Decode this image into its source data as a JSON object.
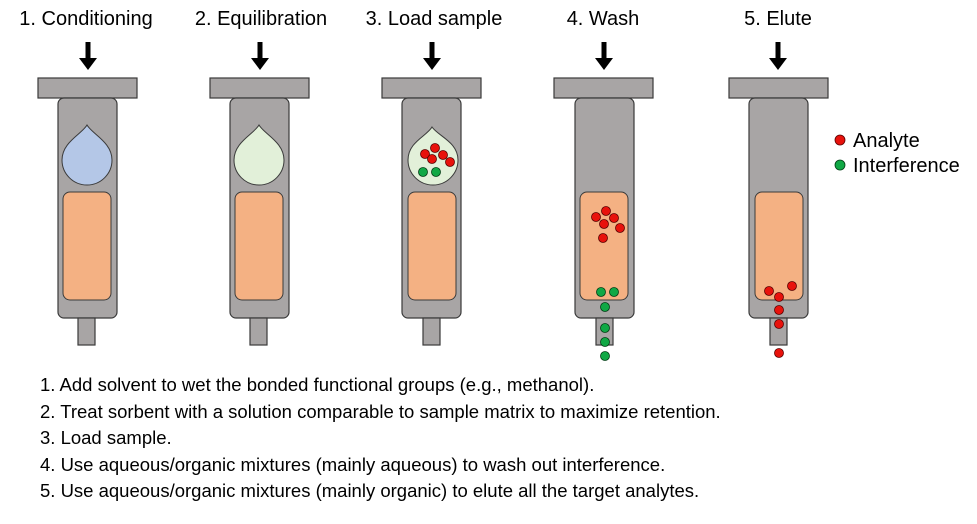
{
  "steps": [
    {
      "title": "1. Conditioning"
    },
    {
      "title": "2. Equilibration"
    },
    {
      "title": "3. Load sample"
    },
    {
      "title": "4. Wash"
    },
    {
      "title": "5. Elute"
    }
  ],
  "legend": {
    "analyte": {
      "label": "Analyte",
      "color": "#e8120c"
    },
    "interference": {
      "label": "Interference",
      "color": "#10a845"
    }
  },
  "colors": {
    "cartridge": "#a8a5a5",
    "outline": "#3a3a3a",
    "sorbent": "#f4b183",
    "conditioning_solvent": "#b4c7e7",
    "equilibration_solvent": "#e2f0d9",
    "sample": "#e2f0d9"
  },
  "notes": [
    "1. Add solvent to wet the bonded functional groups (e.g., methanol).",
    "2. Treat sorbent with a solution comparable to sample matrix to maximize retention.",
    "3. Load sample.",
    "4. Use aqueous/organic mixtures (mainly aqueous) to wash out interference.",
    "5. Use aqueous/organic mixtures (mainly organic) to elute all the target analytes."
  ]
}
